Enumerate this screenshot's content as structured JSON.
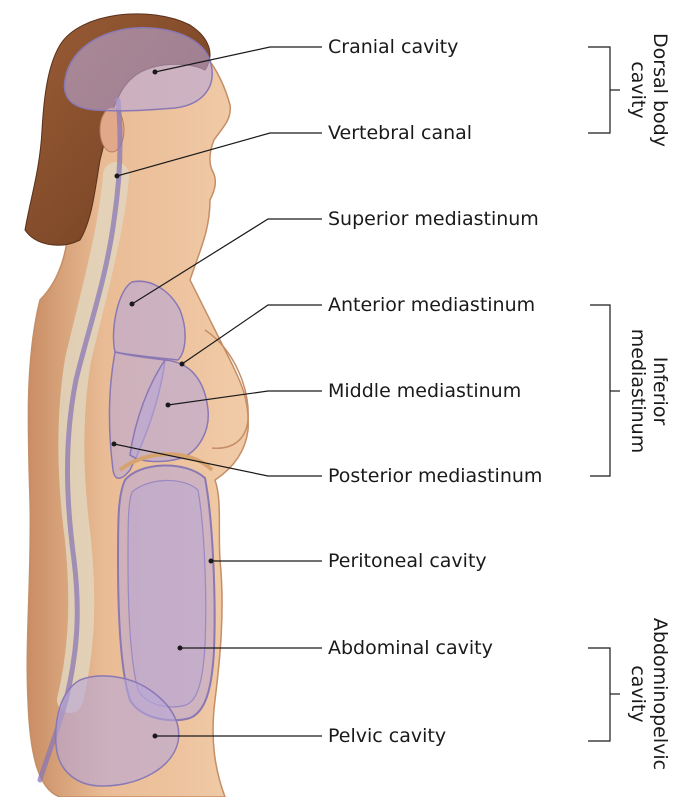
{
  "structures": [
    {
      "id": "cranial-cavity",
      "label": "Cranial cavity"
    },
    {
      "id": "vertebral-canal",
      "label": "Vertebral canal"
    },
    {
      "id": "superior-mediastinum",
      "label": "Superior mediastinum"
    },
    {
      "id": "anterior-mediastinum",
      "label": "Anterior mediastinum"
    },
    {
      "id": "middle-mediastinum",
      "label": "Middle mediastinum"
    },
    {
      "id": "posterior-mediastinum",
      "label": "Posterior mediastinum"
    },
    {
      "id": "peritoneal-cavity",
      "label": "Peritoneal cavity"
    },
    {
      "id": "abdominal-cavity",
      "label": "Abdominal cavity"
    },
    {
      "id": "pelvic-cavity",
      "label": "Pelvic cavity"
    }
  ],
  "groups": [
    {
      "id": "dorsal-body-cavity",
      "line1": "Dorsal body",
      "line2": "cavity"
    },
    {
      "id": "inferior-mediastinum",
      "line1": "Inferior",
      "line2": "mediastinum"
    },
    {
      "id": "abdominopelvic-cavity",
      "line1": "Abdominopelvic",
      "line2": "cavity"
    }
  ],
  "colors": {
    "skin": "#e8bb94",
    "skin_shadow": "#d09a72",
    "hair": "#8c5330",
    "hair_dark": "#6b3a1e",
    "cavity_fill": "#b7a6d8",
    "cavity_stroke": "#8a78b5",
    "spine": "#d8ccb6",
    "line": "#1a1a1a"
  }
}
